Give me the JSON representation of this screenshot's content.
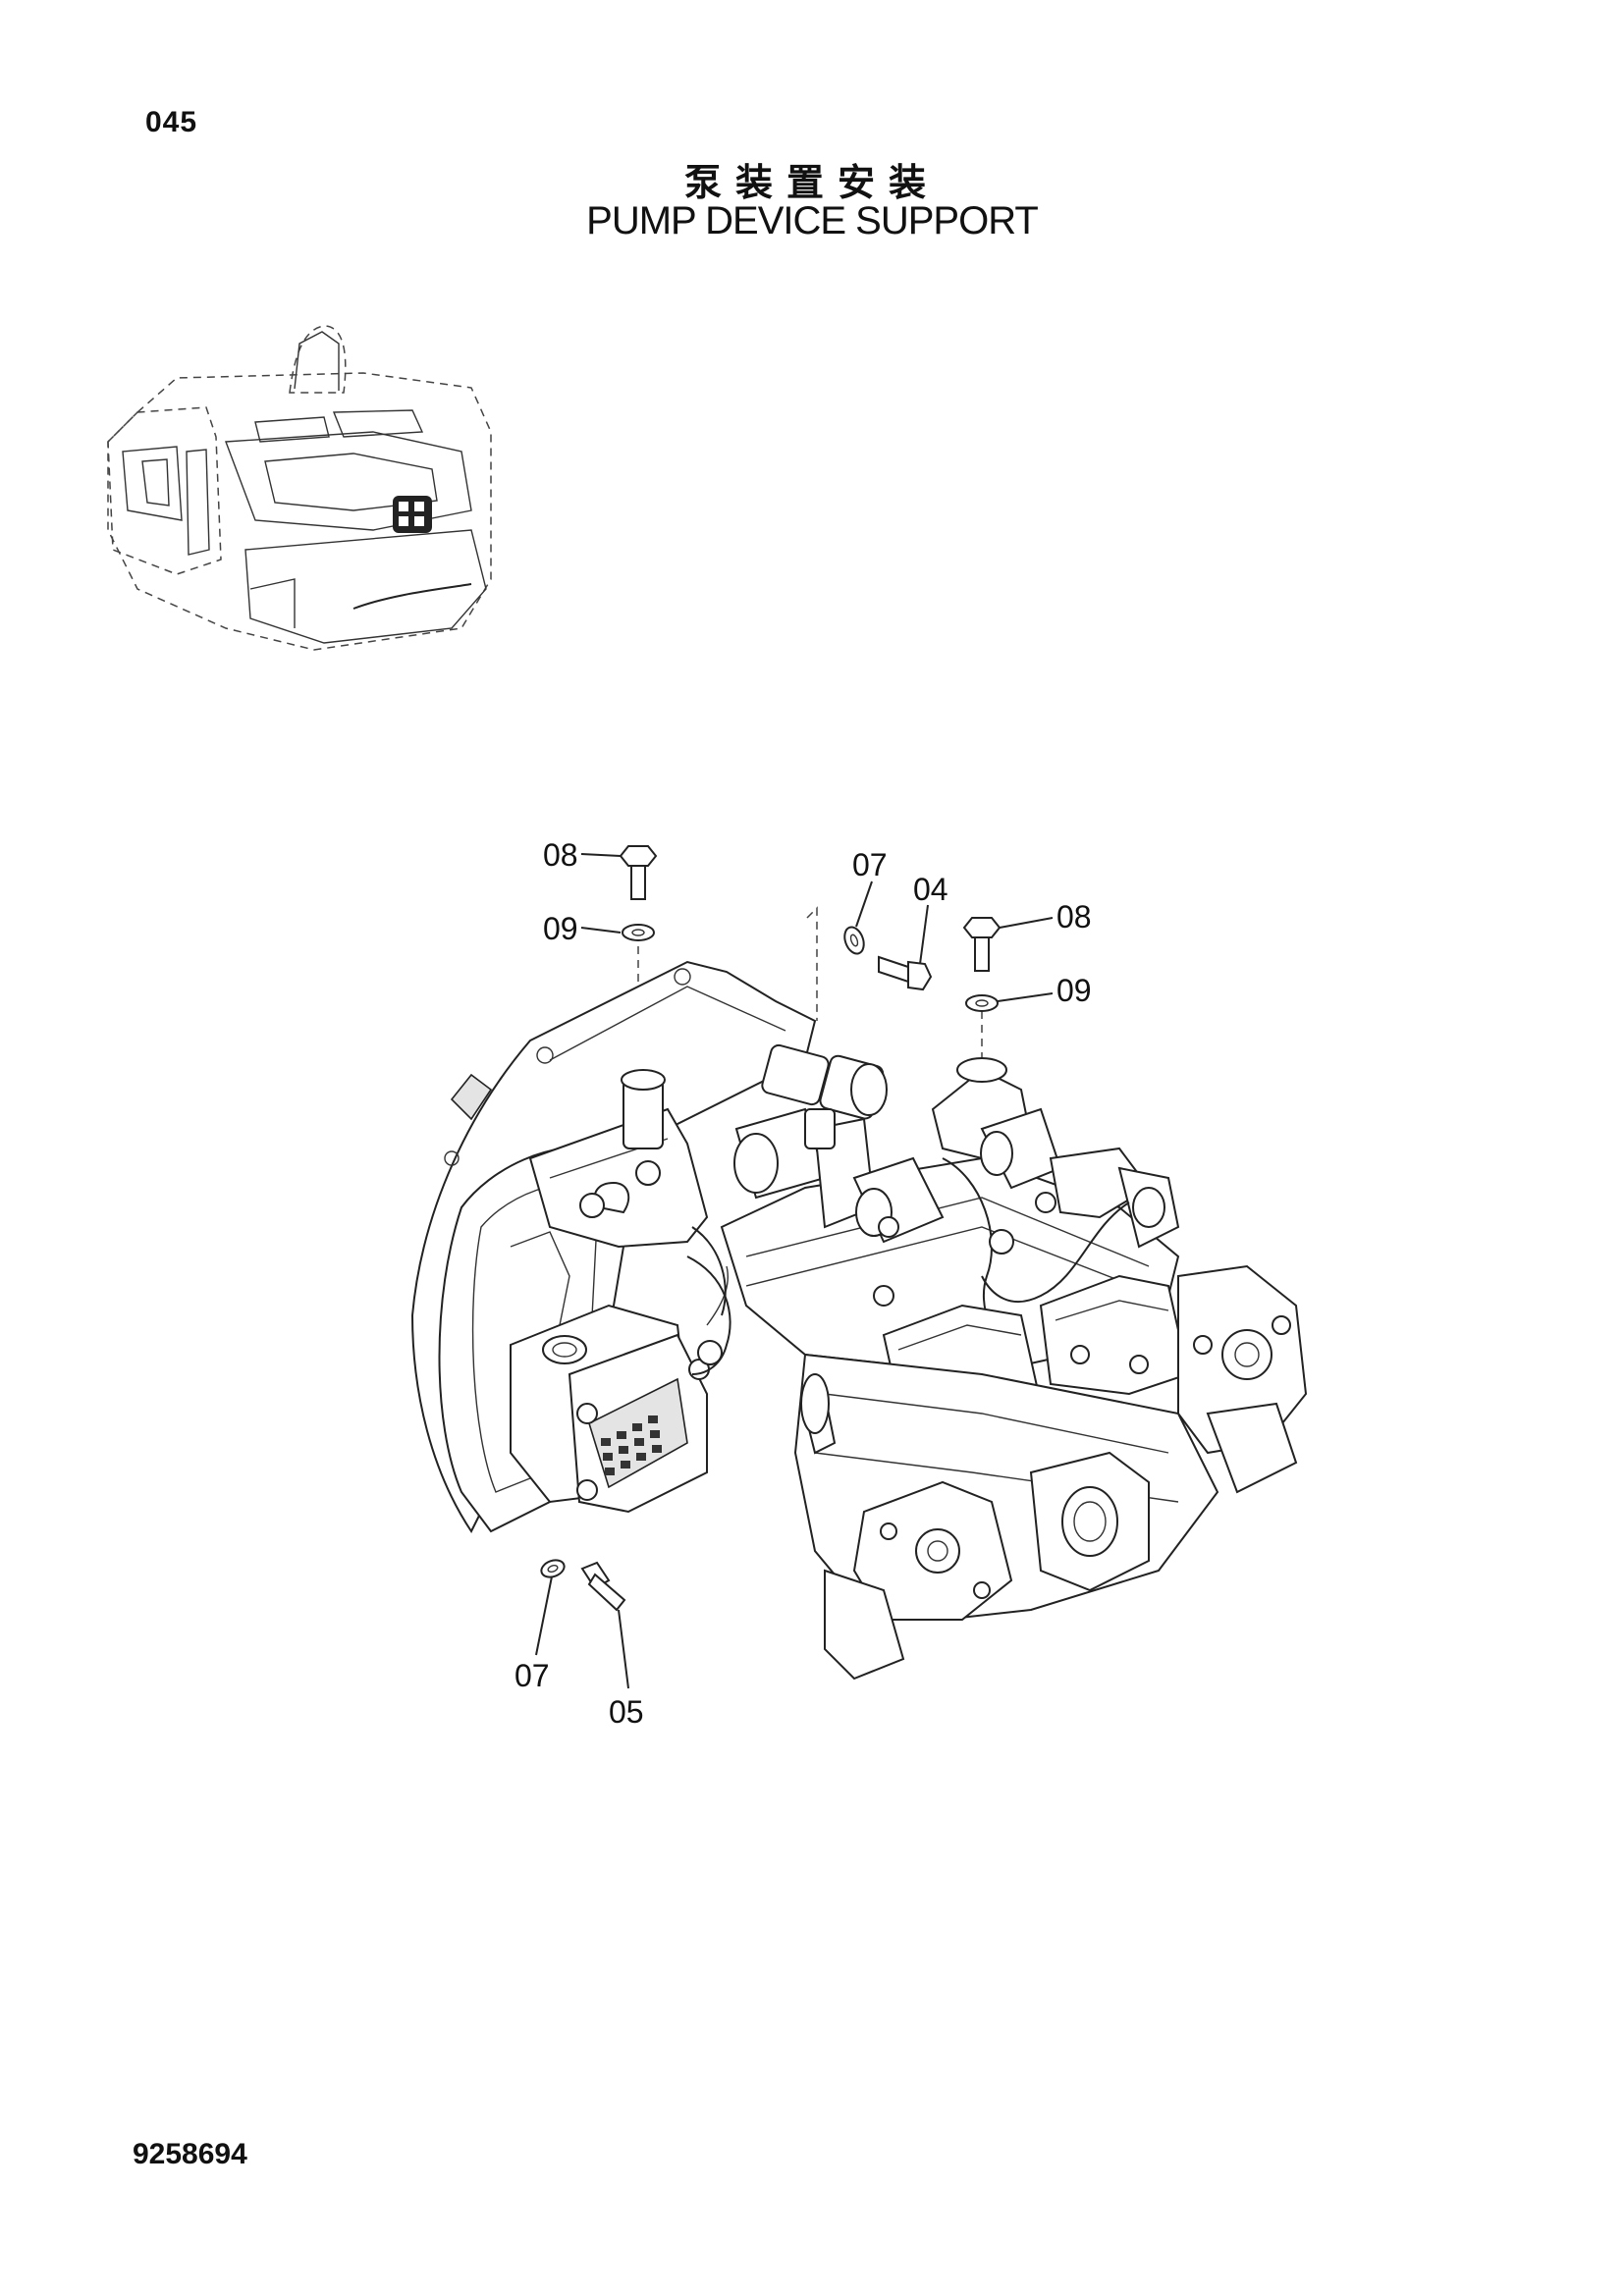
{
  "header": {
    "page_code": "045",
    "title_cn": "泵装置安装",
    "title_en": "PUMP DEVICE SUPPORT"
  },
  "footer": {
    "document_number": "9258694"
  },
  "callouts": {
    "bolt_top_left": "08",
    "washer_top_left": "09",
    "washer_top_mid": "07",
    "bolt_top_mid": "04",
    "bolt_top_right": "08",
    "washer_top_right": "09",
    "washer_bottom": "07",
    "bolt_bottom": "05"
  }
}
